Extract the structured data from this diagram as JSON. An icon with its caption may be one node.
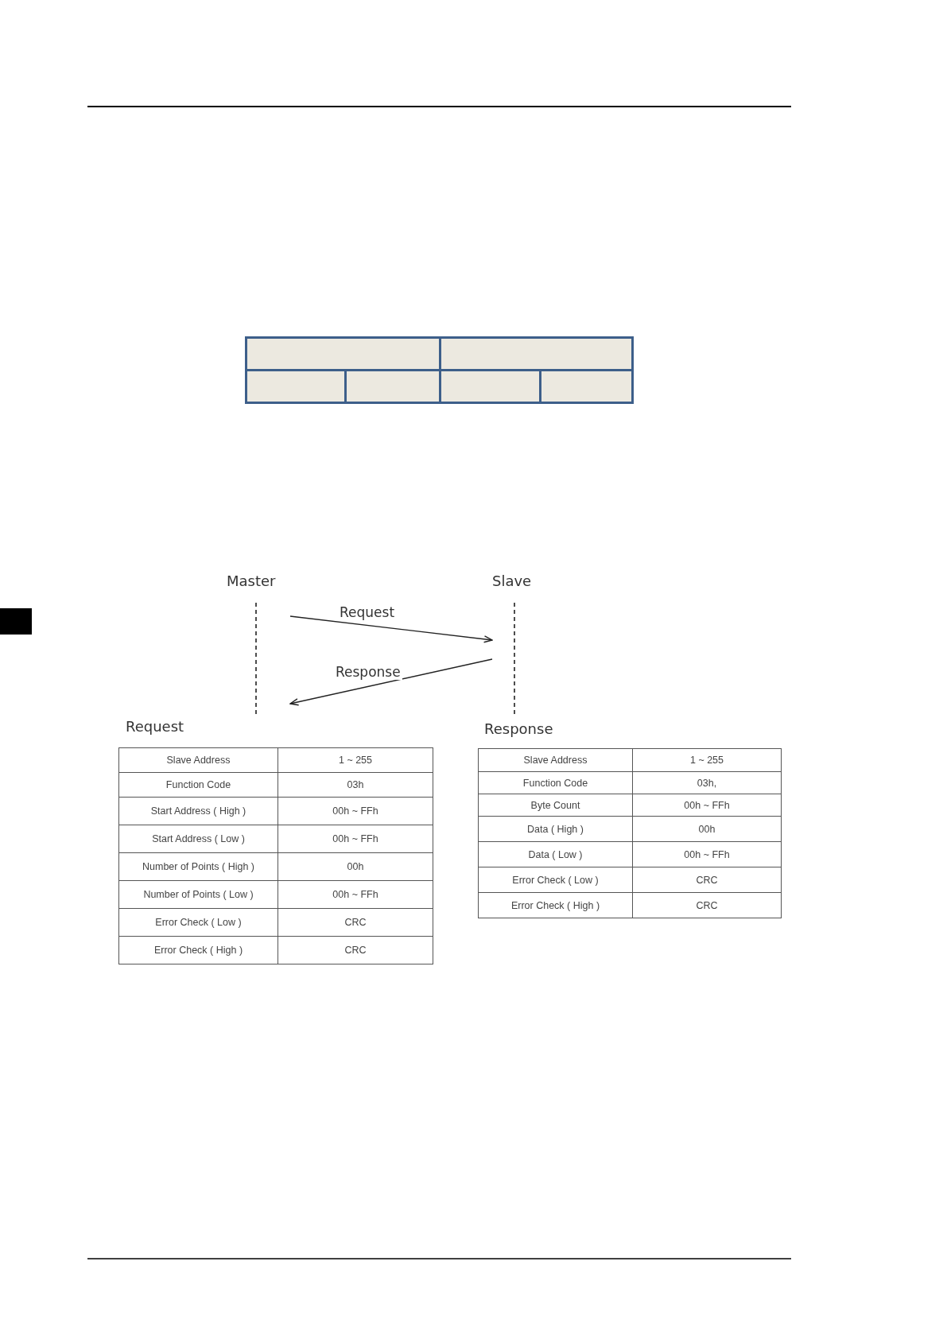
{
  "diagram": {
    "nodes": [
      {
        "text": [],
        "shape": "box"
      },
      {
        "text": [],
        "shape": "box"
      },
      {
        "text": [],
        "shape": "box"
      },
      {
        "text": [],
        "shape": "box"
      },
      {
        "text": [],
        "shape": "box"
      },
      {
        "text": [],
        "shape": "box"
      },
      {
        "text": [
          "Master"
        ]
      },
      {
        "text": [
          "Slave"
        ]
      }
    ],
    "edges": [
      {
        "from": 6,
        "to": 7,
        "arrow": "to",
        "label": "Request"
      },
      {
        "from": 7,
        "to": 6,
        "arrow": "to",
        "label": "Response"
      }
    ],
    "labels": [
      "Request",
      "Slave Address",
      "1 ~ 255",
      "Function Code",
      "03h",
      "Start Address ( High )",
      "00h ~ FFh",
      "Start Address ( Low )",
      "00h ~ FFh",
      "Number of Points ( High )",
      "00h",
      "Number of Points ( Low )",
      "00h ~ FFh",
      "Error Check ( Low )",
      "CRC",
      "Error Check ( High )",
      "CRC",
      "Response",
      "Slave Address",
      "1 ~ 255",
      "Function Code",
      "03h,",
      "Byte Count",
      "00h ~ FFh",
      "Data ( High )",
      "00h",
      "Data ( Low )",
      "00h ~ FFh",
      "Error Check ( Low )",
      "CRC",
      "Error Check ( High )",
      "CRC"
    ]
  }
}
